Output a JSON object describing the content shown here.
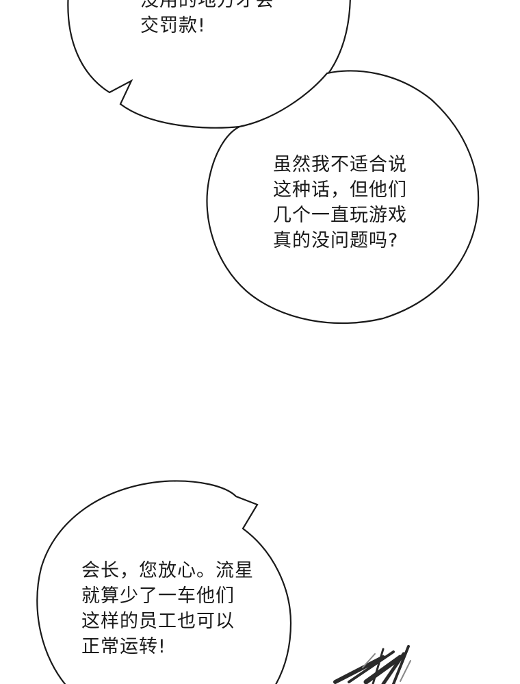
{
  "colors": {
    "background": "#ffffff",
    "bubble_stroke": "#1a1a1a",
    "text": "#1a1a1a"
  },
  "bubbles": {
    "top": {
      "lines": [
        "没用的地方才会",
        "交罚款!"
      ]
    },
    "middle": {
      "lines": [
        "虽然我不适合说",
        "这种话，但他们",
        "几个一直玩游戏",
        "真的没问题吗?"
      ]
    },
    "bottom": {
      "lines": [
        "会长，您放心。流星",
        "就算少了一车他们",
        "这样的员工也可以",
        "正常运转!"
      ]
    }
  }
}
